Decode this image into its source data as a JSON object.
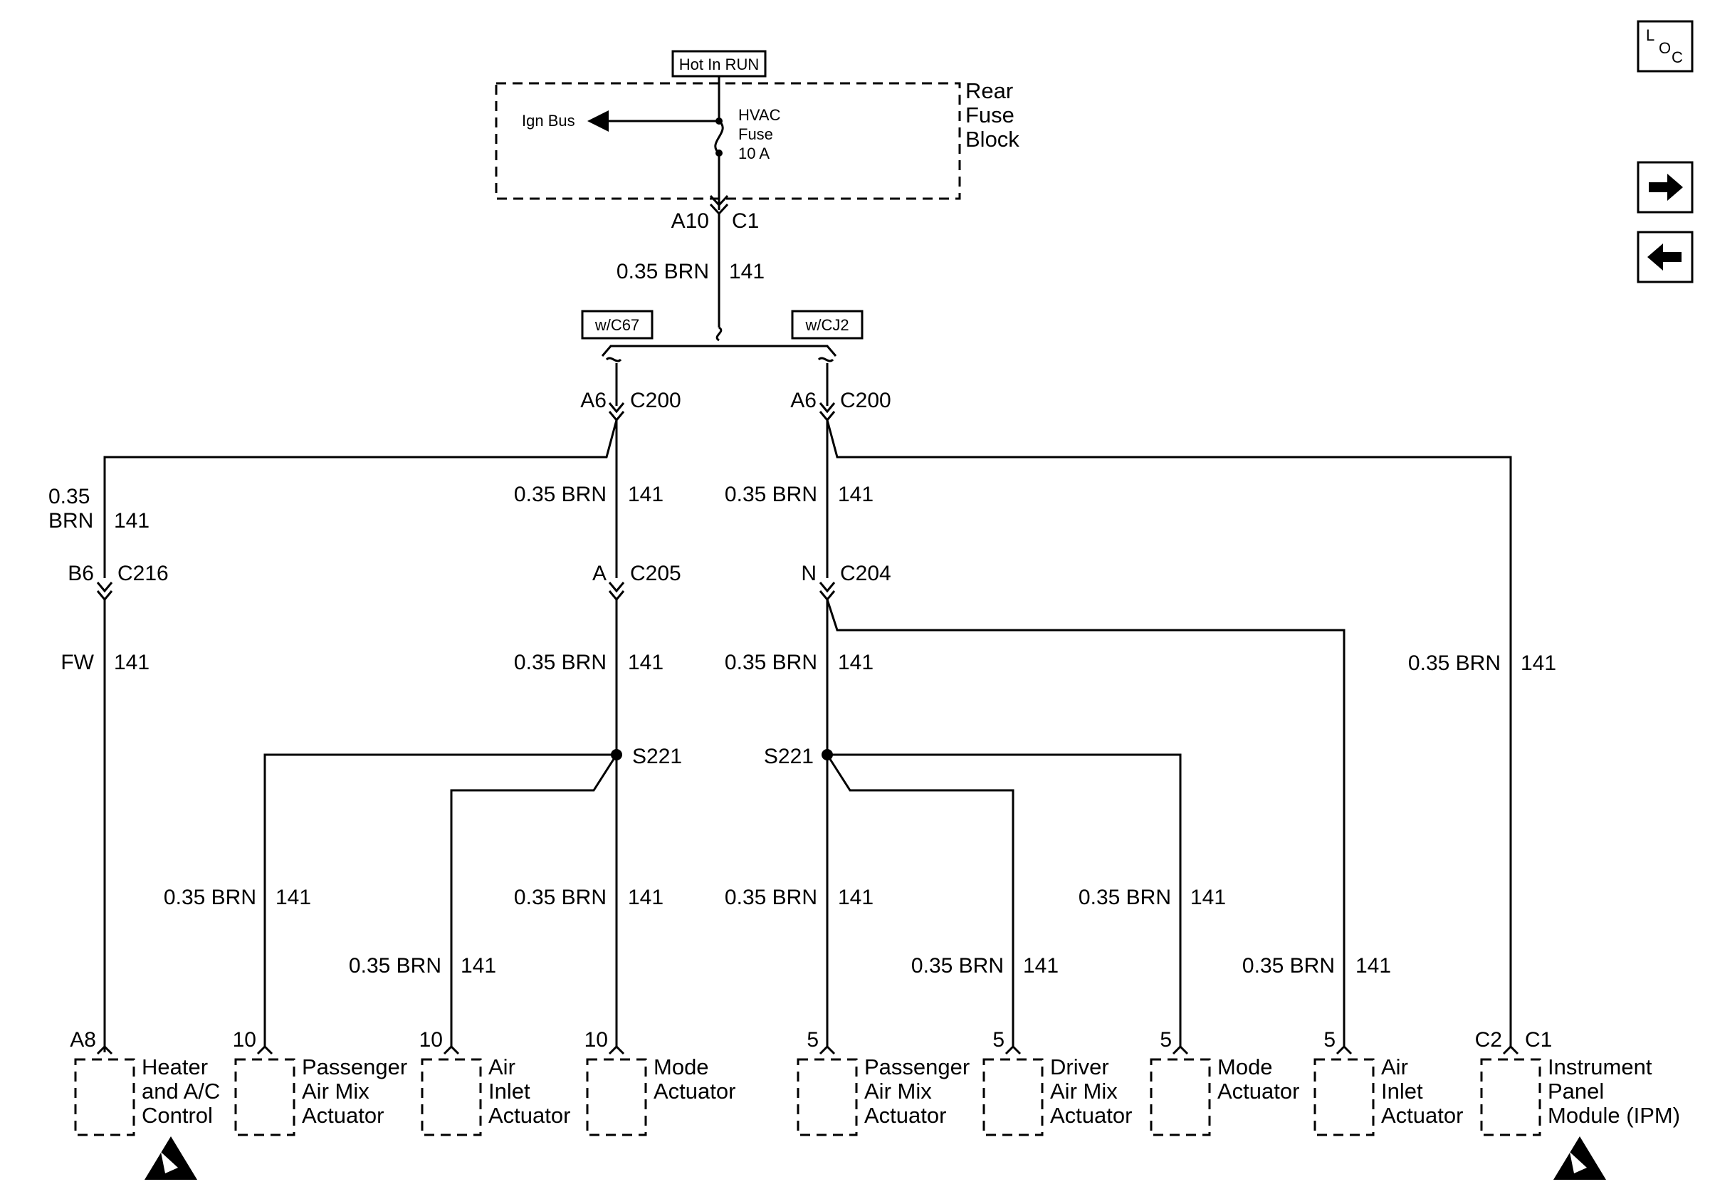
{
  "fuse_block": {
    "hot_label": "Hot In RUN",
    "name_line1": "Rear",
    "name_line2": "Fuse",
    "name_line3": "Block",
    "ign_bus": "Ign Bus",
    "fuse_line1": "HVAC",
    "fuse_line2": "Fuse",
    "fuse_line3": "10 A",
    "pin": "A10",
    "connector": "C1"
  },
  "feed_wire": {
    "gauge_color": "0.35 BRN",
    "circuit": "141"
  },
  "options": {
    "left": "w/C67",
    "right": "w/CJ2"
  },
  "branch_left": {
    "pin": "A6",
    "connector": "C200",
    "wire_to_c216": {
      "gauge": "0.35",
      "color": "BRN",
      "circuit": "141"
    },
    "c216": {
      "pin": "B6",
      "connector": "C216"
    },
    "wire_fw": {
      "gauge_color": "FW",
      "circuit": "141"
    },
    "wire_to_c205": {
      "gauge_color": "0.35 BRN",
      "circuit": "141"
    },
    "c205": {
      "pin": "A",
      "connector": "C205"
    },
    "wire_to_splice": {
      "gauge_color": "0.35 BRN",
      "circuit": "141"
    },
    "splice": "S221"
  },
  "branch_right": {
    "pin": "A6",
    "connector": "C200",
    "wire_to_c204": {
      "gauge_color": "0.35 BRN",
      "circuit": "141"
    },
    "c204": {
      "pin": "N",
      "connector": "C204"
    },
    "wire_to_splice": {
      "gauge_color": "0.35 BRN",
      "circuit": "141"
    },
    "wire_to_ipm": {
      "gauge_color": "0.35 BRN",
      "circuit": "141"
    },
    "splice": "S221"
  },
  "component_wires": {
    "pass_mix_left": {
      "gauge_color": "0.35 BRN",
      "circuit": "141"
    },
    "air_inlet_left": {
      "gauge_color": "0.35 BRN",
      "circuit": "141"
    },
    "mode_left": {
      "gauge_color": "0.35 BRN",
      "circuit": "141"
    },
    "pass_mix_right": {
      "gauge_color": "0.35 BRN",
      "circuit": "141"
    },
    "driver_mix": {
      "gauge_color": "0.35 BRN",
      "circuit": "141"
    },
    "mode_right": {
      "gauge_color": "0.35 BRN",
      "circuit": "141"
    },
    "air_inlet_right": {
      "gauge_color": "0.35 BRN",
      "circuit": "141"
    }
  },
  "components": [
    {
      "pin": "A8",
      "line1": "Heater",
      "line2": "and A/C",
      "line3": "Control"
    },
    {
      "pin": "10",
      "line1": "Passenger",
      "line2": "Air Mix",
      "line3": "Actuator"
    },
    {
      "pin": "10",
      "line1": "Air",
      "line2": "Inlet",
      "line3": "Actuator"
    },
    {
      "pin": "10",
      "line1": "Mode",
      "line2": "Actuator",
      "line3": ""
    },
    {
      "pin": "5",
      "line1": "Passenger",
      "line2": "Air Mix",
      "line3": "Actuator"
    },
    {
      "pin": "5",
      "line1": "Driver",
      "line2": "Air Mix",
      "line3": "Actuator"
    },
    {
      "pin": "5",
      "line1": "Mode",
      "line2": "Actuator",
      "line3": ""
    },
    {
      "pin": "5",
      "line1": "Air",
      "line2": "Inlet",
      "line3": "Actuator"
    },
    {
      "pin": "C2",
      "connector": "C1",
      "line1": "Instrument",
      "line2": "Panel",
      "line3": "Module (IPM)"
    }
  ],
  "nav": {
    "loc_l": "L",
    "loc_o": "O",
    "loc_c": "C"
  },
  "icons": [
    "location-icon",
    "arrow-right-icon",
    "arrow-left-icon",
    "esd-warning-icon"
  ]
}
